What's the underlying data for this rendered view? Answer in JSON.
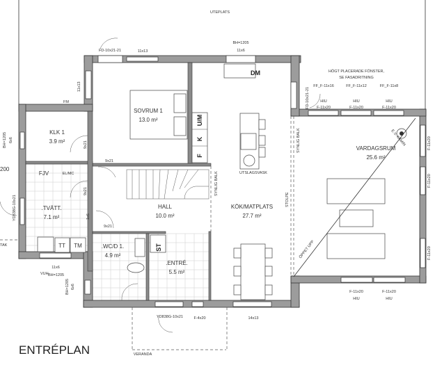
{
  "plan_title": "ENTRÉPLAN",
  "outside": {
    "terrace": "UTEPLATS",
    "veranda": "VERANDA",
    "roof": "TAK",
    "dim_200": "200"
  },
  "rooms": [
    {
      "name": "SOVRUM 1",
      "area": "13.0 m²"
    },
    {
      "name": "KLK 1",
      "area": "3.9 m²"
    },
    {
      "name": ".TVÄTT.",
      "area": "7.1 m²"
    },
    {
      "name": "HALL",
      "area": "10.0 m²"
    },
    {
      "name": ".WC/D 1.",
      "area": "4.9 m²"
    },
    {
      "name": ".ENTRÉ.",
      "area": "5.5 m²"
    },
    {
      "name": "KÖK/MATPLATS",
      "area": "27.7 m²"
    },
    {
      "name": "VARDAGSRUM",
      "area": "25.6 m²"
    }
  ],
  "fixtures": {
    "dm": "DM",
    "um": "U/M",
    "k": "K",
    "f": "F",
    "fm": "FM",
    "fjv": "FJV",
    "elmc": "EL/MC",
    "tt": "TT",
    "tm": "TM",
    "st": "ST",
    "sink": "UTSLAGSVASK",
    "fireplace": "E.V. KAMIN",
    "open": "ÖPPET UPP",
    "pillar": "STOLPE",
    "beam": "SYNLIG BALK"
  },
  "notes": {
    "high_windows_1": "HÖGT PLACERADE FÖNSTER,",
    "high_windows_2": "SE FASADRITNING"
  },
  "openings": {
    "fd_top": "FD-10x21-21",
    "w_11x13": "11x13",
    "bh1205": "BH=1205",
    "w_11x6": "11x6",
    "w_6x6": "6x6",
    "d_9x21": "9x21",
    "w_1x6": "1x6",
    "yd": "YD838G-10x21",
    "vuh": "VUH",
    "f_4x20": "F-4x20",
    "w_14x13": "14x13",
    "ff_16": "FF_F-11x16",
    "ff_12": "FF_F-11x12",
    "ff_8": "FF_F-11x8",
    "hiu": "HIU",
    "f_11x20": "F-11x20",
    "fd_side": "FD-10x21-21"
  }
}
